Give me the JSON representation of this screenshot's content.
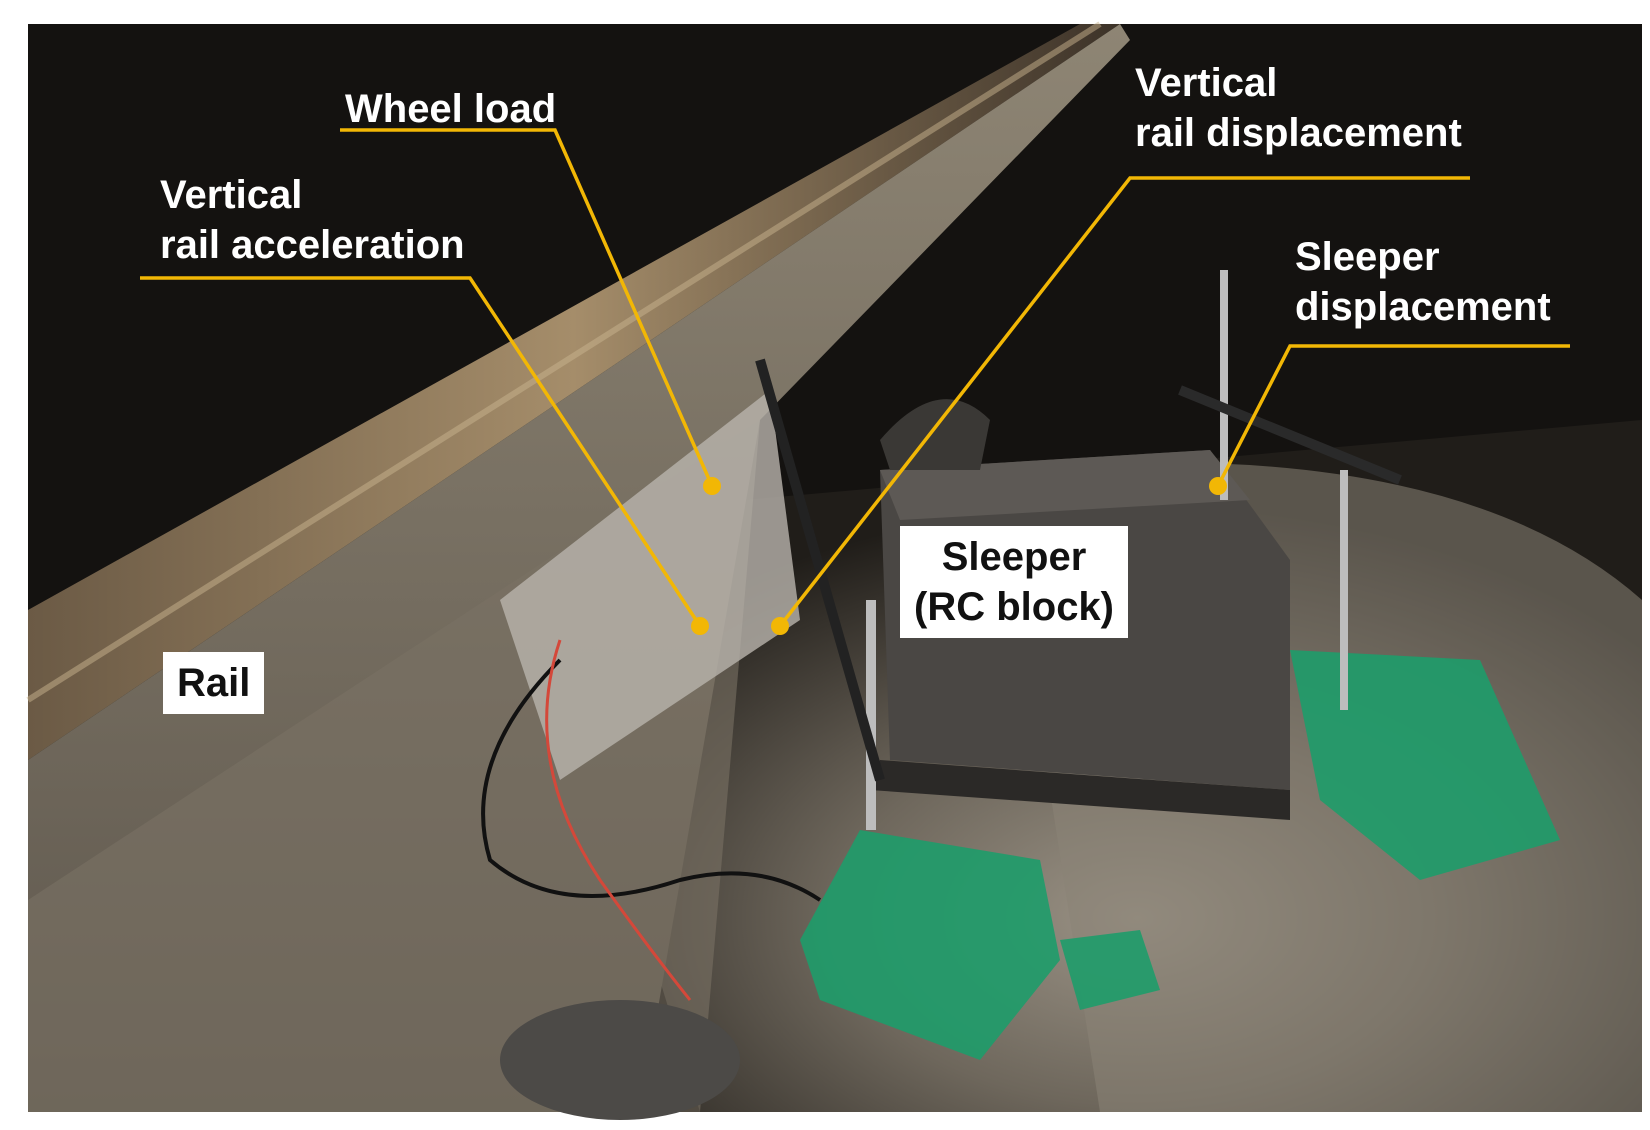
{
  "labels": {
    "wheel_load": {
      "text": "Wheel load"
    },
    "vertical_rail_acceleration": {
      "line1": "Vertical",
      "line2": "rail acceleration"
    },
    "vertical_rail_displacement": {
      "line1": "Vertical",
      "line2": "rail displacement"
    },
    "sleeper_displacement": {
      "line1": "Sleeper",
      "line2": "displacement"
    },
    "sleeper": {
      "line1": "Sleeper",
      "line2": "(RC block)"
    },
    "rail": {
      "text": "Rail"
    }
  },
  "colors": {
    "leader_line": "#f2b705",
    "marker_dot": "#f2b705",
    "label_text": "#ffffff",
    "tape": "#1e9c6a",
    "background": "#1a1a1a"
  }
}
